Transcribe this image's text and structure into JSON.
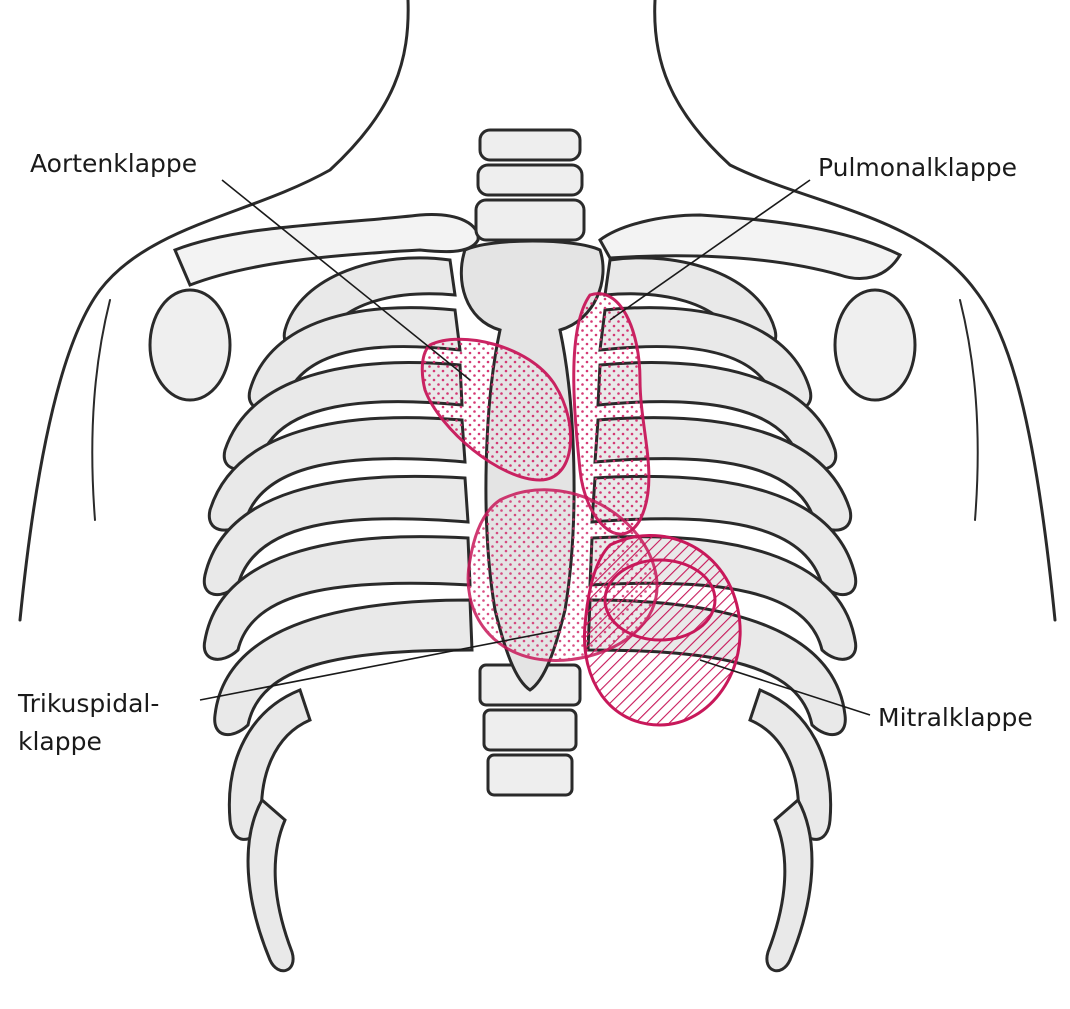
{
  "labels": {
    "aortic": "Aortenklappe",
    "pulmonary": "Pulmonalklappe",
    "tricuspid_line1": "Trikuspidal-",
    "tricuspid_line2": "klappe",
    "mitral": "Mitralklappe"
  },
  "colors": {
    "ink": "#2a2a2a",
    "valve_outline": "#c8185a",
    "valve_fill": "#e25a8c",
    "label_text": "#1a1a1a"
  }
}
